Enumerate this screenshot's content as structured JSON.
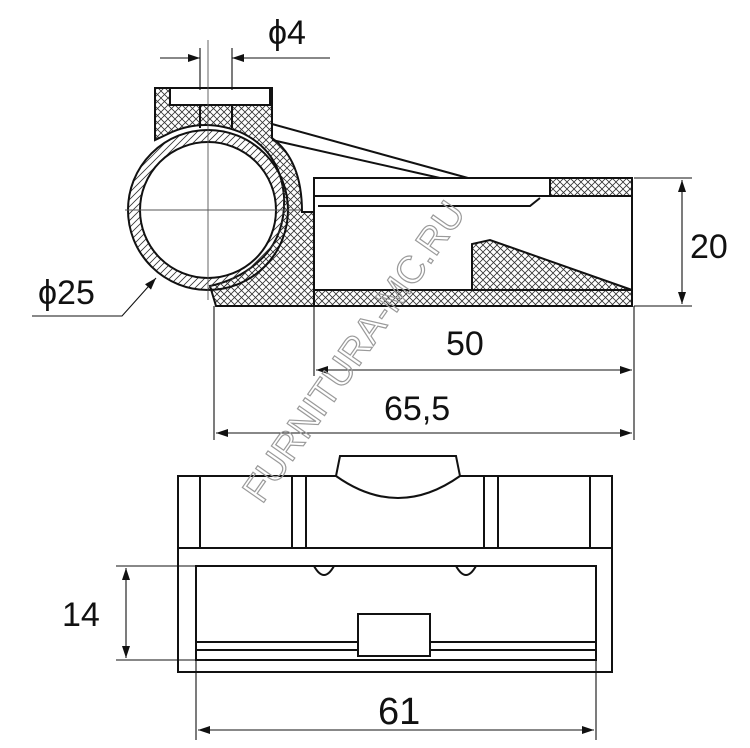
{
  "dimensions": {
    "hole_diameter": "ϕ4",
    "tube_diameter": "ϕ25",
    "height": "20",
    "inner_length": "50",
    "overall_length": "65,5",
    "bottom_height": "14",
    "bottom_width": "61"
  },
  "watermark": "FURNITURA-MC.RU",
  "colors": {
    "line": "#111111",
    "hatch": "#333333",
    "watermark": "#9a9a9a"
  }
}
